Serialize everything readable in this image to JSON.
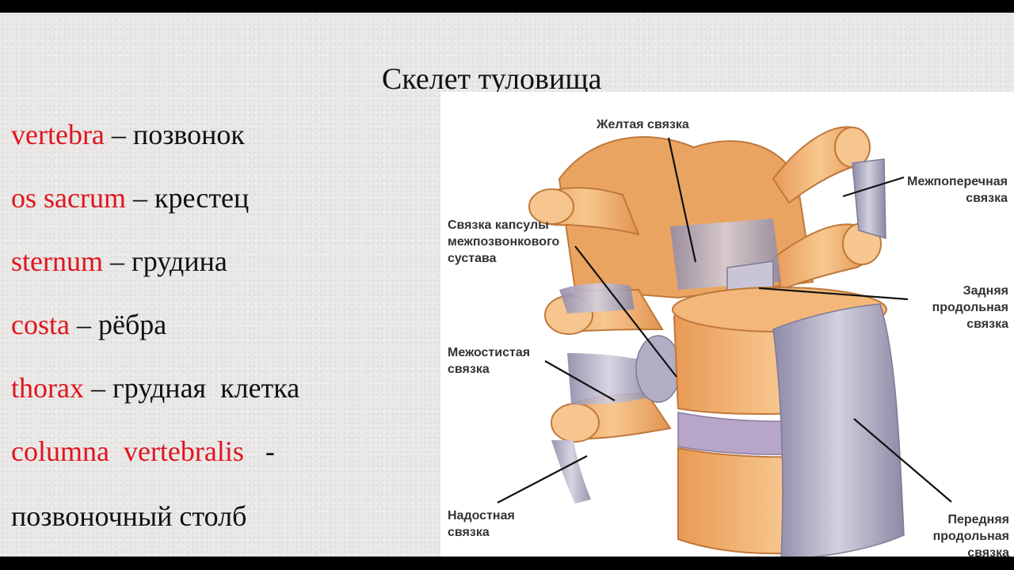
{
  "title": "Скелет туловища",
  "terms": [
    {
      "latin": "vertebra",
      "sep": " – ",
      "ru": "позвонок"
    },
    {
      "latin": "os sacrum",
      "sep": " – ",
      "ru": "крестец"
    },
    {
      "latin": "sternum",
      "sep": " – ",
      "ru": "грудина"
    },
    {
      "latin": "costa",
      "sep": " – ",
      "ru": "рёбра"
    },
    {
      "latin": "thorax",
      "sep": " – ",
      "ru": "грудная  клетка"
    },
    {
      "latin": "columna  vertebralis",
      "sep": "   -",
      "ru": ""
    },
    {
      "latin": "",
      "sep": "",
      "ru": "позвоночный столб"
    }
  ],
  "figure_labels": {
    "yellow_ligament": "Желтая связка",
    "intertransverse": "Межпоперечная\nсвязка",
    "capsule": "Связка капсулы\nмежпозвонкового\nсустава",
    "posterior_longitudinal": "Задняя\nпродольная\nсвязка",
    "interspinous": "Межостистая\nсвязка",
    "supraspinous": "Надостная\nсвязка",
    "anterior_longitudinal": "Передняя\nпродольная\nсвязка"
  },
  "colors": {
    "latin_text": "#e0141e",
    "bone": "#f0b27a",
    "bone_dark": "#d88a4a",
    "ligament": "#a9a4bd"
  }
}
